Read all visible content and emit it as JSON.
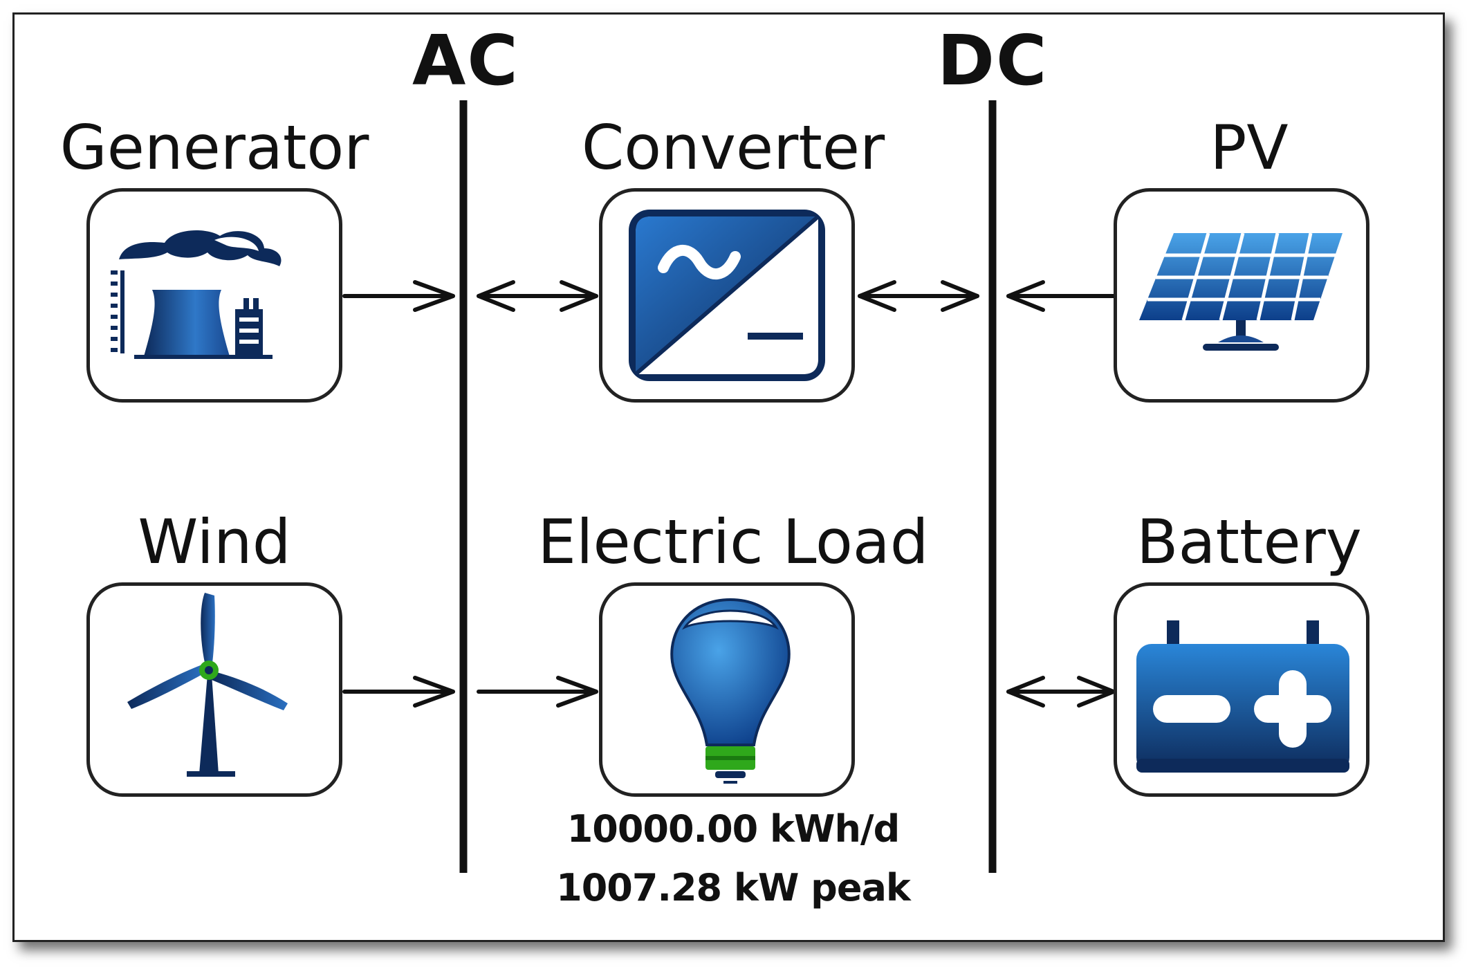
{
  "buses": {
    "ac": "AC",
    "dc": "DC"
  },
  "components": {
    "generator": "Generator",
    "converter": "Converter",
    "pv": "PV",
    "wind": "Wind",
    "electric_load": "Electric Load",
    "battery": "Battery"
  },
  "load": {
    "daily_energy": "10000.00 kWh/d",
    "peak_power": "1007.28 kW peak"
  },
  "colors": {
    "accent_blue": "#1f5fb0",
    "light_blue": "#4aa3e8",
    "dark_navy": "#0d2a5a",
    "bulb_green": "#2fa81b"
  }
}
